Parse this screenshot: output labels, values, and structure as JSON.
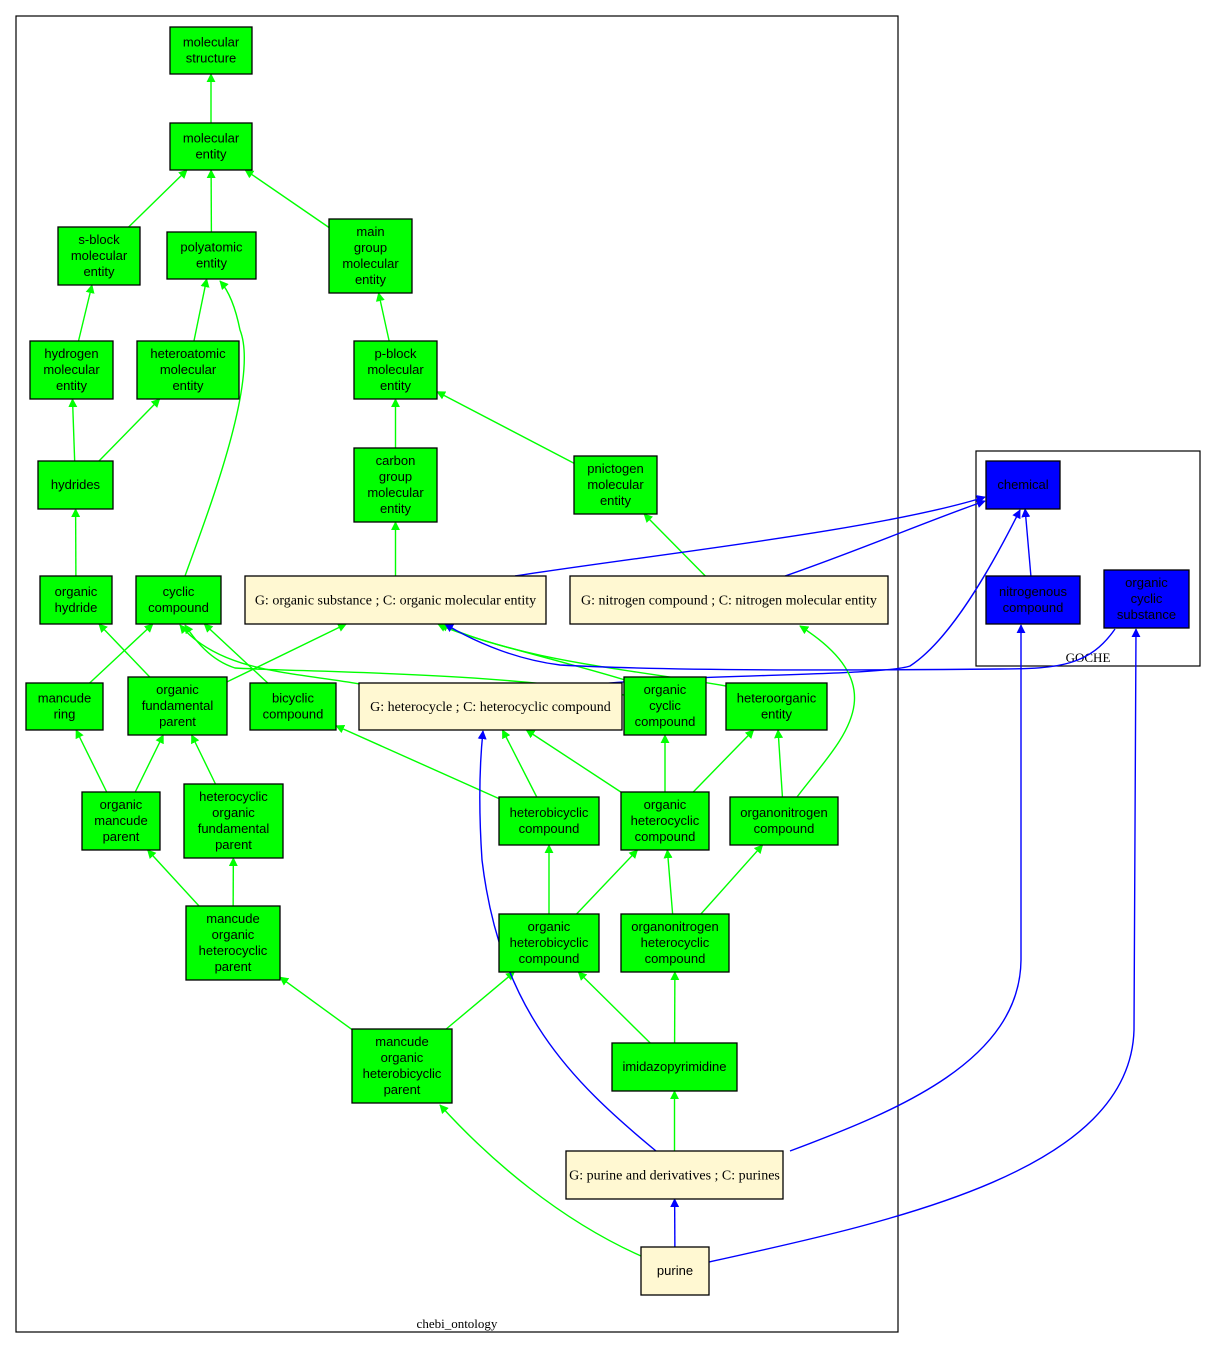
{
  "colors": {
    "chebi_fill": "#00ff00",
    "goche_fill": "#0000ff",
    "mapped_fill": "#fff8d2",
    "chebi_edge": "#00ff00",
    "goche_edge": "#0000ff",
    "border": "#000000"
  },
  "clusters": [
    {
      "id": "chebi",
      "label": "chebi_ontology"
    },
    {
      "id": "goche",
      "label": "GOCHE"
    }
  ],
  "nodes": [
    {
      "id": "molecular_structure",
      "cluster": "chebi",
      "kind": "chebi",
      "lines": [
        "molecular",
        "structure"
      ]
    },
    {
      "id": "molecular_entity",
      "cluster": "chebi",
      "kind": "chebi",
      "lines": [
        "molecular",
        "entity"
      ]
    },
    {
      "id": "s_block",
      "cluster": "chebi",
      "kind": "chebi",
      "lines": [
        "s-block",
        "molecular",
        "entity"
      ]
    },
    {
      "id": "polyatomic",
      "cluster": "chebi",
      "kind": "chebi",
      "lines": [
        "polyatomic",
        "entity"
      ]
    },
    {
      "id": "main_group",
      "cluster": "chebi",
      "kind": "chebi",
      "lines": [
        "main",
        "group",
        "molecular",
        "entity"
      ]
    },
    {
      "id": "hydrogen_me",
      "cluster": "chebi",
      "kind": "chebi",
      "lines": [
        "hydrogen",
        "molecular",
        "entity"
      ]
    },
    {
      "id": "heteroatomic",
      "cluster": "chebi",
      "kind": "chebi",
      "lines": [
        "heteroatomic",
        "molecular",
        "entity"
      ]
    },
    {
      "id": "p_block",
      "cluster": "chebi",
      "kind": "chebi",
      "lines": [
        "p-block",
        "molecular",
        "entity"
      ]
    },
    {
      "id": "hydrides",
      "cluster": "chebi",
      "kind": "chebi",
      "lines": [
        "hydrides"
      ]
    },
    {
      "id": "carbon_group",
      "cluster": "chebi",
      "kind": "chebi",
      "lines": [
        "carbon",
        "group",
        "molecular",
        "entity"
      ]
    },
    {
      "id": "pnictogen",
      "cluster": "chebi",
      "kind": "chebi",
      "lines": [
        "pnictogen",
        "molecular",
        "entity"
      ]
    },
    {
      "id": "organic_hydride",
      "cluster": "chebi",
      "kind": "chebi",
      "lines": [
        "organic",
        "hydride"
      ]
    },
    {
      "id": "cyclic_compound",
      "cluster": "chebi",
      "kind": "chebi",
      "lines": [
        "cyclic",
        "compound"
      ]
    },
    {
      "id": "organic_substance",
      "cluster": "chebi",
      "kind": "mapped",
      "lines": [
        "G: organic substance ; C: organic molecular entity"
      ]
    },
    {
      "id": "nitrogen_compound",
      "cluster": "chebi",
      "kind": "mapped",
      "lines": [
        "G: nitrogen compound ; C: nitrogen molecular entity"
      ]
    },
    {
      "id": "mancude_ring",
      "cluster": "chebi",
      "kind": "chebi",
      "lines": [
        "mancude",
        "ring"
      ]
    },
    {
      "id": "organic_fundamental_parent",
      "cluster": "chebi",
      "kind": "chebi",
      "lines": [
        "organic",
        "fundamental",
        "parent"
      ]
    },
    {
      "id": "bicyclic_compound",
      "cluster": "chebi",
      "kind": "chebi",
      "lines": [
        "bicyclic",
        "compound"
      ]
    },
    {
      "id": "heterocycle",
      "cluster": "chebi",
      "kind": "mapped",
      "lines": [
        "G: heterocycle ; C: heterocyclic compound"
      ]
    },
    {
      "id": "organic_cyclic_compound",
      "cluster": "chebi",
      "kind": "chebi",
      "lines": [
        "organic",
        "cyclic",
        "compound"
      ]
    },
    {
      "id": "heteroorganic_entity",
      "cluster": "chebi",
      "kind": "chebi",
      "lines": [
        "heteroorganic",
        "entity"
      ]
    },
    {
      "id": "organic_mancude_parent",
      "cluster": "chebi",
      "kind": "chebi",
      "lines": [
        "organic",
        "mancude",
        "parent"
      ]
    },
    {
      "id": "heterocyclic_ofp",
      "cluster": "chebi",
      "kind": "chebi",
      "lines": [
        "heterocyclic",
        "organic",
        "fundamental",
        "parent"
      ]
    },
    {
      "id": "heterobicyclic_compound",
      "cluster": "chebi",
      "kind": "chebi",
      "lines": [
        "heterobicyclic",
        "compound"
      ]
    },
    {
      "id": "organic_heterocyclic_compound",
      "cluster": "chebi",
      "kind": "chebi",
      "lines": [
        "organic",
        "heterocyclic",
        "compound"
      ]
    },
    {
      "id": "organonitrogen_compound",
      "cluster": "chebi",
      "kind": "chebi",
      "lines": [
        "organonitrogen",
        "compound"
      ]
    },
    {
      "id": "mancude_ohp",
      "cluster": "chebi",
      "kind": "chebi",
      "lines": [
        "mancude",
        "organic",
        "heterocyclic",
        "parent"
      ]
    },
    {
      "id": "organic_heterobicyclic_compound",
      "cluster": "chebi",
      "kind": "chebi",
      "lines": [
        "organic",
        "heterobicyclic",
        "compound"
      ]
    },
    {
      "id": "organonitrogen_heterocyclic",
      "cluster": "chebi",
      "kind": "chebi",
      "lines": [
        "organonitrogen",
        "heterocyclic",
        "compound"
      ]
    },
    {
      "id": "mancude_ohbp",
      "cluster": "chebi",
      "kind": "chebi",
      "lines": [
        "mancude",
        "organic",
        "heterobicyclic",
        "parent"
      ]
    },
    {
      "id": "imidazopyrimidine",
      "cluster": "chebi",
      "kind": "chebi",
      "lines": [
        "imidazopyrimidine"
      ]
    },
    {
      "id": "purines",
      "cluster": "chebi",
      "kind": "mapped",
      "lines": [
        "G: purine and derivatives ; C: purines"
      ]
    },
    {
      "id": "purine",
      "cluster": "chebi",
      "kind": "mapped-sans",
      "lines": [
        "purine"
      ]
    },
    {
      "id": "chemical",
      "cluster": "goche",
      "kind": "goche",
      "lines": [
        "chemical"
      ]
    },
    {
      "id": "nitrogenous_compound",
      "cluster": "goche",
      "kind": "goche",
      "lines": [
        "nitrogenous",
        "compound"
      ]
    },
    {
      "id": "organic_cyclic_substance",
      "cluster": "goche",
      "kind": "goche",
      "lines": [
        "organic",
        "cyclic",
        "substance"
      ]
    }
  ],
  "edges": [
    {
      "from": "molecular_entity",
      "to": "molecular_structure",
      "kind": "chebi"
    },
    {
      "from": "s_block",
      "to": "molecular_entity",
      "kind": "chebi"
    },
    {
      "from": "polyatomic",
      "to": "molecular_entity",
      "kind": "chebi"
    },
    {
      "from": "main_group",
      "to": "molecular_entity",
      "kind": "chebi"
    },
    {
      "from": "hydrogen_me",
      "to": "s_block",
      "kind": "chebi"
    },
    {
      "from": "heteroatomic",
      "to": "polyatomic",
      "kind": "chebi"
    },
    {
      "from": "cyclic_compound",
      "to": "polyatomic",
      "kind": "chebi"
    },
    {
      "from": "p_block",
      "to": "main_group",
      "kind": "chebi"
    },
    {
      "from": "hydrides",
      "to": "hydrogen_me",
      "kind": "chebi"
    },
    {
      "from": "hydrides",
      "to": "heteroatomic",
      "kind": "chebi"
    },
    {
      "from": "carbon_group",
      "to": "p_block",
      "kind": "chebi"
    },
    {
      "from": "pnictogen",
      "to": "p_block",
      "kind": "chebi"
    },
    {
      "from": "organic_hydride",
      "to": "hydrides",
      "kind": "chebi"
    },
    {
      "from": "organic_substance",
      "to": "carbon_group",
      "kind": "chebi"
    },
    {
      "from": "nitrogen_compound",
      "to": "pnictogen",
      "kind": "chebi"
    },
    {
      "from": "organic_substance",
      "to": "chemical",
      "kind": "goche"
    },
    {
      "from": "nitrogen_compound",
      "to": "chemical",
      "kind": "goche"
    },
    {
      "from": "mancude_ring",
      "to": "cyclic_compound",
      "kind": "chebi"
    },
    {
      "from": "organic_fundamental_parent",
      "to": "organic_hydride",
      "kind": "chebi"
    },
    {
      "from": "organic_fundamental_parent",
      "to": "organic_substance",
      "kind": "chebi"
    },
    {
      "from": "bicyclic_compound",
      "to": "cyclic_compound",
      "kind": "chebi"
    },
    {
      "from": "heterocycle",
      "to": "cyclic_compound",
      "kind": "chebi"
    },
    {
      "from": "heterocycle",
      "to": "chemical",
      "kind": "goche"
    },
    {
      "from": "organic_cyclic_compound",
      "to": "organic_substance",
      "kind": "chebi"
    },
    {
      "from": "organic_cyclic_compound",
      "to": "cyclic_compound",
      "kind": "chebi"
    },
    {
      "from": "heteroorganic_entity",
      "to": "organic_substance",
      "kind": "chebi"
    },
    {
      "from": "organic_mancude_parent",
      "to": "mancude_ring",
      "kind": "chebi"
    },
    {
      "from": "organic_mancude_parent",
      "to": "organic_fundamental_parent",
      "kind": "chebi"
    },
    {
      "from": "heterocyclic_ofp",
      "to": "organic_fundamental_parent",
      "kind": "chebi"
    },
    {
      "from": "heterobicyclic_compound",
      "to": "bicyclic_compound",
      "kind": "chebi"
    },
    {
      "from": "heterobicyclic_compound",
      "to": "heterocycle",
      "kind": "chebi"
    },
    {
      "from": "organic_heterocyclic_compound",
      "to": "heterocycle",
      "kind": "chebi"
    },
    {
      "from": "organic_heterocyclic_compound",
      "to": "organic_cyclic_compound",
      "kind": "chebi"
    },
    {
      "from": "organic_heterocyclic_compound",
      "to": "heteroorganic_entity",
      "kind": "chebi"
    },
    {
      "from": "organonitrogen_compound",
      "to": "heteroorganic_entity",
      "kind": "chebi"
    },
    {
      "from": "organonitrogen_compound",
      "to": "nitrogen_compound",
      "kind": "chebi"
    },
    {
      "from": "mancude_ohp",
      "to": "organic_mancude_parent",
      "kind": "chebi"
    },
    {
      "from": "mancude_ohp",
      "to": "heterocyclic_ofp",
      "kind": "chebi"
    },
    {
      "from": "organic_heterobicyclic_compound",
      "to": "heterobicyclic_compound",
      "kind": "chebi"
    },
    {
      "from": "organic_heterobicyclic_compound",
      "to": "organic_heterocyclic_compound",
      "kind": "chebi"
    },
    {
      "from": "organonitrogen_heterocyclic",
      "to": "organic_heterocyclic_compound",
      "kind": "chebi"
    },
    {
      "from": "organonitrogen_heterocyclic",
      "to": "organonitrogen_compound",
      "kind": "chebi"
    },
    {
      "from": "mancude_ohbp",
      "to": "mancude_ohp",
      "kind": "chebi"
    },
    {
      "from": "mancude_ohbp",
      "to": "organic_heterobicyclic_compound",
      "kind": "chebi"
    },
    {
      "from": "imidazopyrimidine",
      "to": "organic_heterobicyclic_compound",
      "kind": "chebi"
    },
    {
      "from": "imidazopyrimidine",
      "to": "organonitrogen_heterocyclic",
      "kind": "chebi"
    },
    {
      "from": "purines",
      "to": "imidazopyrimidine",
      "kind": "chebi"
    },
    {
      "from": "purines",
      "to": "heterocycle",
      "kind": "goche"
    },
    {
      "from": "purines",
      "to": "nitrogenous_compound",
      "kind": "goche"
    },
    {
      "from": "purine",
      "to": "purines",
      "kind": "goche"
    },
    {
      "from": "purine",
      "to": "mancude_ohbp",
      "kind": "chebi"
    },
    {
      "from": "purine",
      "to": "organic_cyclic_substance",
      "kind": "goche"
    },
    {
      "from": "nitrogenous_compound",
      "to": "chemical",
      "kind": "goche"
    },
    {
      "from": "organic_cyclic_substance",
      "to": "organic_substance",
      "kind": "goche"
    }
  ]
}
